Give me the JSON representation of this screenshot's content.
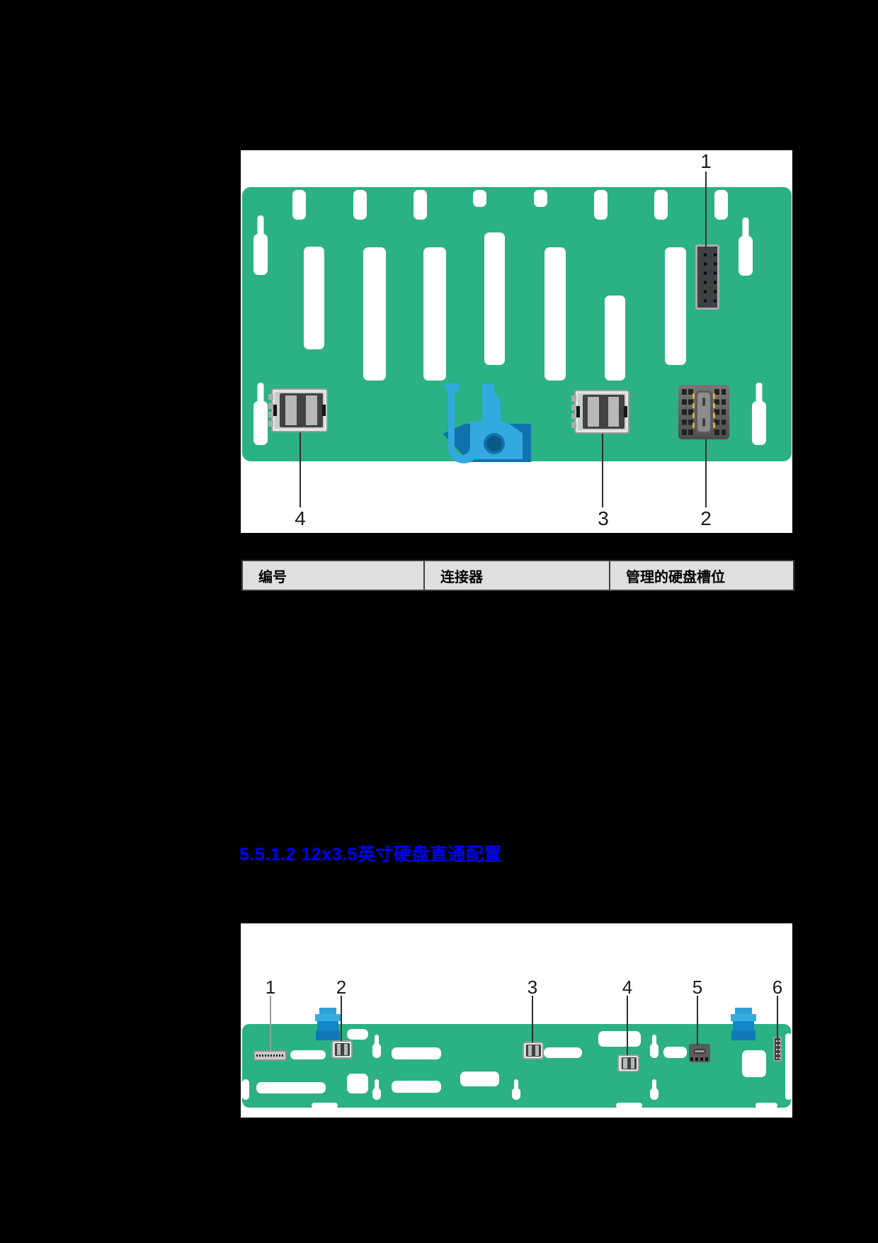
{
  "figure1": {
    "callout_top": {
      "label": "1"
    },
    "callouts_bottom": [
      {
        "label": "4"
      },
      {
        "label": "3"
      },
      {
        "label": "2"
      }
    ]
  },
  "table": {
    "headers": [
      {
        "label": "编号"
      },
      {
        "label": "连接器"
      },
      {
        "label": "管理的硬盘槽位"
      }
    ]
  },
  "heading": {
    "label": "5.5.1.2 12x3.5英寸硬盘直通配置"
  },
  "figure2": {
    "callouts": [
      {
        "label": "1"
      },
      {
        "label": "2"
      },
      {
        "label": "3"
      },
      {
        "label": "4"
      },
      {
        "label": "5"
      },
      {
        "label": "6"
      }
    ]
  },
  "colors": {
    "page_bg": "#000000",
    "figure_bg": "#FFFFFF",
    "board_green": "#2BB184",
    "handle_blue_light": "#33A9E0",
    "handle_blue_dark": "#0F74AE",
    "link_blue": "#0100FE",
    "table_header_bg": "#DFDFDF"
  }
}
